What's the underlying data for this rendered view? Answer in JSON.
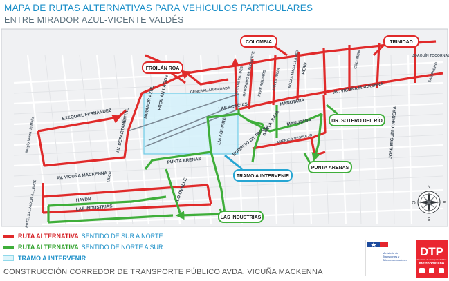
{
  "header": {
    "title": "MAPA DE RUTAS ALTERNATIVAS PARA VEHÍCULOS PARTICULARES",
    "subtitle": "ENTRE MIRADOR AZUL-VICENTE VALDÉS"
  },
  "colors": {
    "route_north": "#e02a2a",
    "route_south": "#3fae3a",
    "intervention_fill": "#d4f1fa",
    "intervention_border": "#6fcbe6",
    "callout_red": "#e02a2a",
    "callout_green": "#3fae3a",
    "callout_blue": "#27a6d3",
    "title": "#1b8fc8"
  },
  "callouts": {
    "froilan_roa": "FROILÁN ROA",
    "colombia": "COLOMBIA",
    "trinidad": "TRINIDAD",
    "sotero_del_rio": "DR. SOTERO DEL RÍO",
    "punta_arenas": "PUNTA ARENAS",
    "tramo": "TRAMO A INTERVENIR",
    "las_industrias": "LAS INDUSTRIAS"
  },
  "streets": {
    "exequiel": "EXEQUIEL FERNÁNDEZ",
    "av_departamental": "AV. DEPARTAMENTAL",
    "mirador_azul": "MIRADOR AZUL",
    "froilan_lagos": "FROILÁN LAGOS",
    "av_vicuna_w": "AV. VICUÑA MACKENNA",
    "av_vicuna_e": "AV. VICUÑA MACKENNA",
    "punta_arenas": "PUNTA ARENAS",
    "lia_aguirre": "LIA AGUIRRE",
    "gral_arriagada": "GENERAL ARRIAGADA",
    "las_acacias": "LAS ACACIAS",
    "manutara_n": "MANUTARA",
    "manutara_s": "MANUTARA",
    "santa_julia": "SANTA JULIA",
    "santa_julia_2": "SANTA JULIA",
    "rodrigo_triana": "RODRIGO DE TRIANA",
    "sotero_del_rio": "SOTERO DEL RÍO",
    "haydn": "HAYDN",
    "las_industrias": "LAS INDUSTRIAS",
    "lo_ovalle": "LO OVALLE",
    "jose_miguel_carrera": "JOSÉ MIGUEL CARRERA",
    "peru": "PERU",
    "colombia": "COLOMBIA",
    "joaquin": "JOAQUÍN TOCORNAL",
    "san_pedro": "SAN PEDRO",
    "pedro_alarcon": "PDTE. SALVADOR ALLENDE",
    "geronimo": "GERÓNIMO DE ALDERETE",
    "vicente_valdes": "VICENTE VALDÉS",
    "pepe_aguirre": "PEPE AGUIRRE",
    "rojas_magallanes": "ROJAS MAGALLANES",
    "lilco": "LILCO",
    "americo_vespucio": "AMÉRICO VESPUCIO",
    "sergio_vieira": "Sergio Vieira de Mello"
  },
  "compass": {
    "n": "N",
    "s": "S",
    "e": "E",
    "o": "O"
  },
  "legend": {
    "red_strong": "RUTA ALTERNATIVA",
    "red_rest": "SENTIDO DE SUR A NORTE",
    "green_strong": "RUTA ALTERNATIVA",
    "green_rest": "SENTIDO DE NORTE A SUR",
    "tramo": "TRAMO A INTERVENIR"
  },
  "footer": "CONSTRUCCIÓN CORREDOR DE TRANSPORTE PÚBLICO AVDA. VICUÑA MACKENNA",
  "logos": {
    "gov_line1": "Ministerio de",
    "gov_line2": "Transportes y",
    "gov_line3": "Telecomunicaciones",
    "dtp": "DTP",
    "dtp_sub1": "Directorio de Transporte Público",
    "dtp_sub2": "Metropolitano"
  }
}
